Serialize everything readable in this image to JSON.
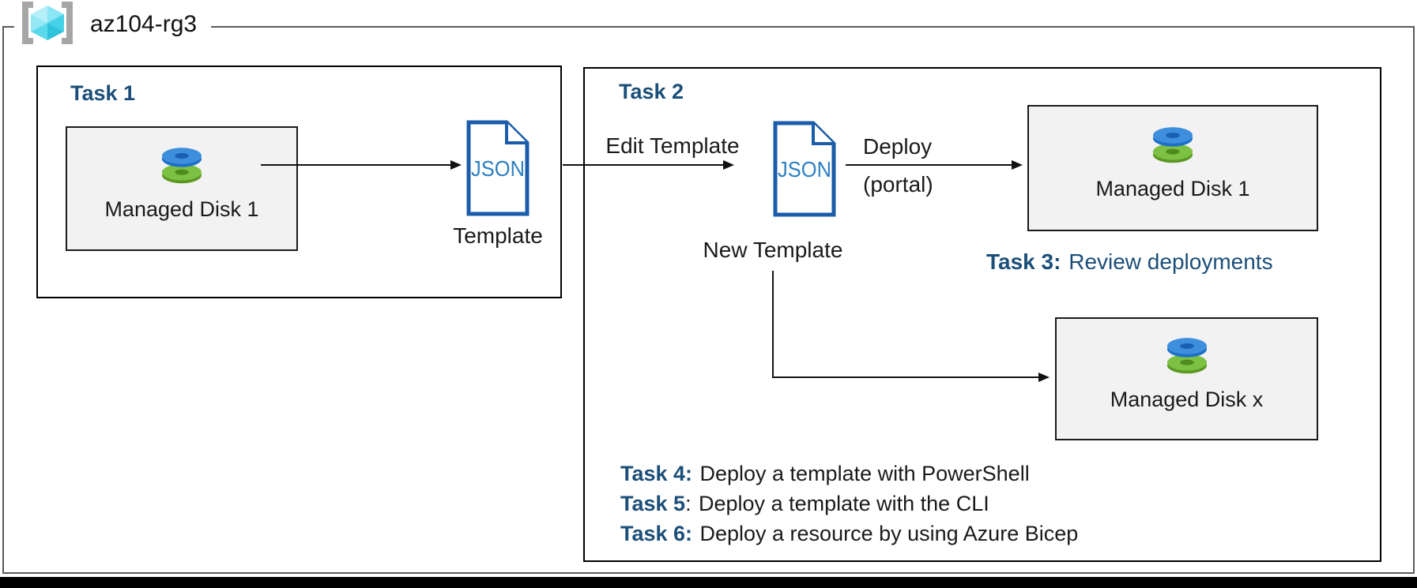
{
  "resource_group": {
    "name": "az104-rg3",
    "icon": "resource-group-icon"
  },
  "task1": {
    "title": "Task 1",
    "disk": {
      "label": "Managed Disk 1",
      "icon": "managed-disk-icon"
    },
    "template": {
      "file_type": "JSON",
      "label": "Template",
      "icon": "json-file-icon"
    }
  },
  "task2": {
    "title": "Task 2",
    "edit_arrow_label": "Edit Template",
    "new_template": {
      "file_type": "JSON",
      "label": "New Template",
      "icon": "json-file-icon"
    },
    "deploy_arrow": {
      "line1": "Deploy",
      "line2": "(portal)"
    },
    "disk_top": {
      "label": "Managed Disk 1",
      "icon": "managed-disk-icon"
    },
    "disk_bottom": {
      "label": "Managed Disk x",
      "icon": "managed-disk-icon"
    }
  },
  "tasks": {
    "task3": {
      "label": "Task 3:",
      "text": "Review deployments"
    },
    "task4": {
      "label": "Task 4:",
      "text": "Deploy a template with PowerShell"
    },
    "task5": {
      "label": "Task 5",
      "colon": ":",
      "text": "Deploy a template with the CLI"
    },
    "task6": {
      "label": "Task 6:",
      "text": "Deploy a resource by using Azure Bicep"
    }
  },
  "colors": {
    "heading_blue": "#1B4E79",
    "json_icon_outline": "#1B5CAB",
    "json_icon_text": "#2E7FC2",
    "disk_blue": "#3E8EDE",
    "disk_green": "#7CC143",
    "resource_box_fill": "#F2F2F2",
    "rg_border_gray": "#5A5A5A",
    "connector_black": "#111111"
  }
}
